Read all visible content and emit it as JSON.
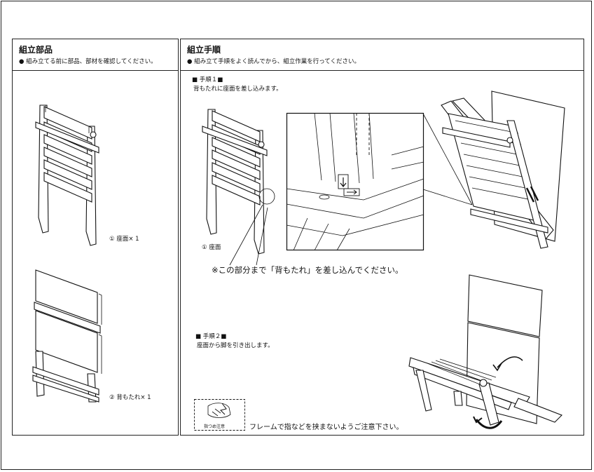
{
  "parts": {
    "title": "組立部品",
    "note": "● 組み立てる前に部品、部材を確認してください。",
    "item1": "① 座面× 1",
    "item2": "② 背もたれ× 1"
  },
  "steps": {
    "title": "組立手順",
    "note": "● 組み立て手順をよく読んでから、組立作業を行ってください。",
    "step1_title": "■ 手順１■",
    "step1_desc": "背もたれに座面を差し込みます。",
    "seat_label": "① 座面",
    "insert_note": "※この部分まで「背もたれ」を差し込んでください。",
    "step2_title": "■ 手順２■",
    "step2_desc": "座面から脚を引き出します。",
    "caution_label": "指つめ注意",
    "caution_text": "フレームで指などを挟まないようご注意下さい。"
  }
}
